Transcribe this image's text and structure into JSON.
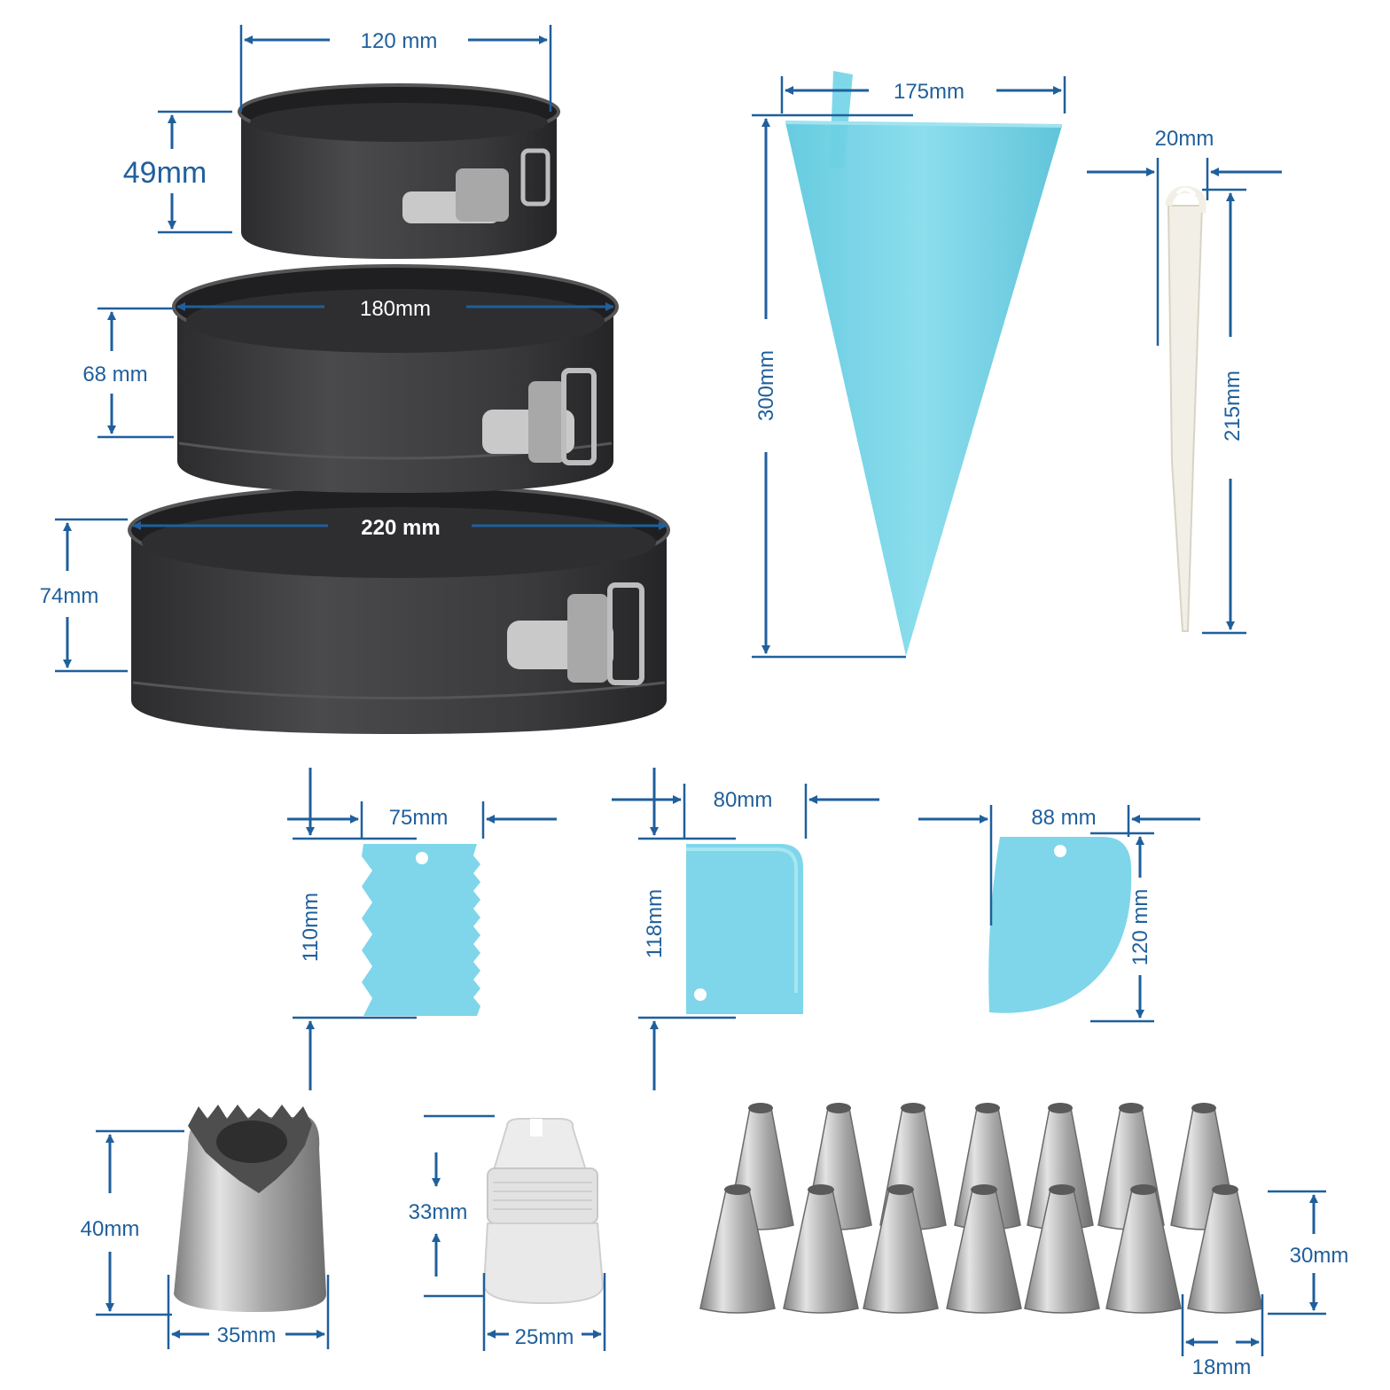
{
  "colors": {
    "dimension": "#1f5f9c",
    "pan_dark": "#3a3a3c",
    "pan_inner": "#2a2a2c",
    "clip_silver": "#c8c8c8",
    "silicone_blue": "#6fd3e6",
    "scraper_white": "#f2efe6",
    "nozzle_steel": "#b9b9b9"
  },
  "dimensions": {
    "pan_small_width": "120 mm",
    "pan_small_height": "49mm",
    "pan_medium_width": "180mm",
    "pan_medium_height": "68 mm",
    "pan_large_width": "220 mm",
    "pan_large_height": "74mm",
    "bag_width": "175mm",
    "bag_length": "300mm",
    "scribe_width": "20mm",
    "scribe_length": "215mm",
    "comb_width": "75mm",
    "comb_height": "110mm",
    "scraper_rect_width": "80mm",
    "scraper_rect_height": "118mm",
    "scraper_round_width": "88 mm",
    "scraper_round_height": "120 mm",
    "big_nozzle_height": "40mm",
    "big_nozzle_width": "35mm",
    "coupler_height": "33mm",
    "coupler_width": "25mm",
    "small_nozzle_height": "30mm",
    "small_nozzle_width": "18mm"
  }
}
